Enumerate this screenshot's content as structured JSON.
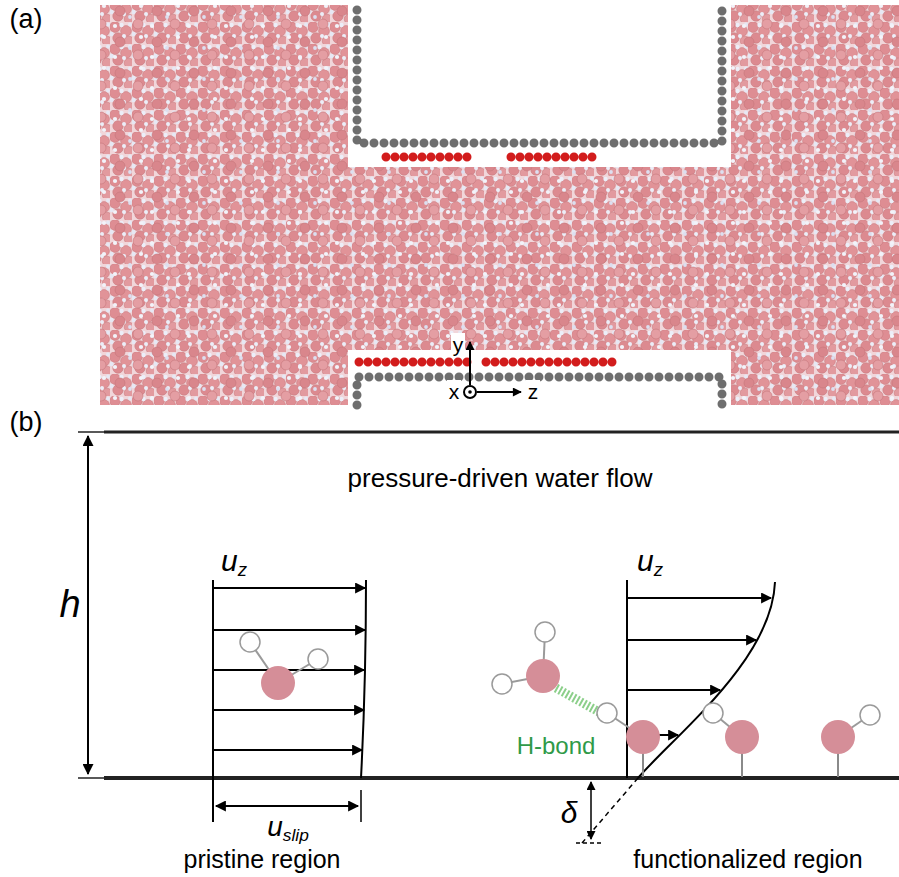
{
  "diagram": {
    "labels": [
      "(a)",
      "y",
      "x",
      "z",
      "(b)",
      "pressure-driven water flow",
      "h",
      "uz",
      "H-bond",
      "uz",
      "δ",
      "uslip",
      "pristine region",
      "functionalized region"
    ]
  }
}
